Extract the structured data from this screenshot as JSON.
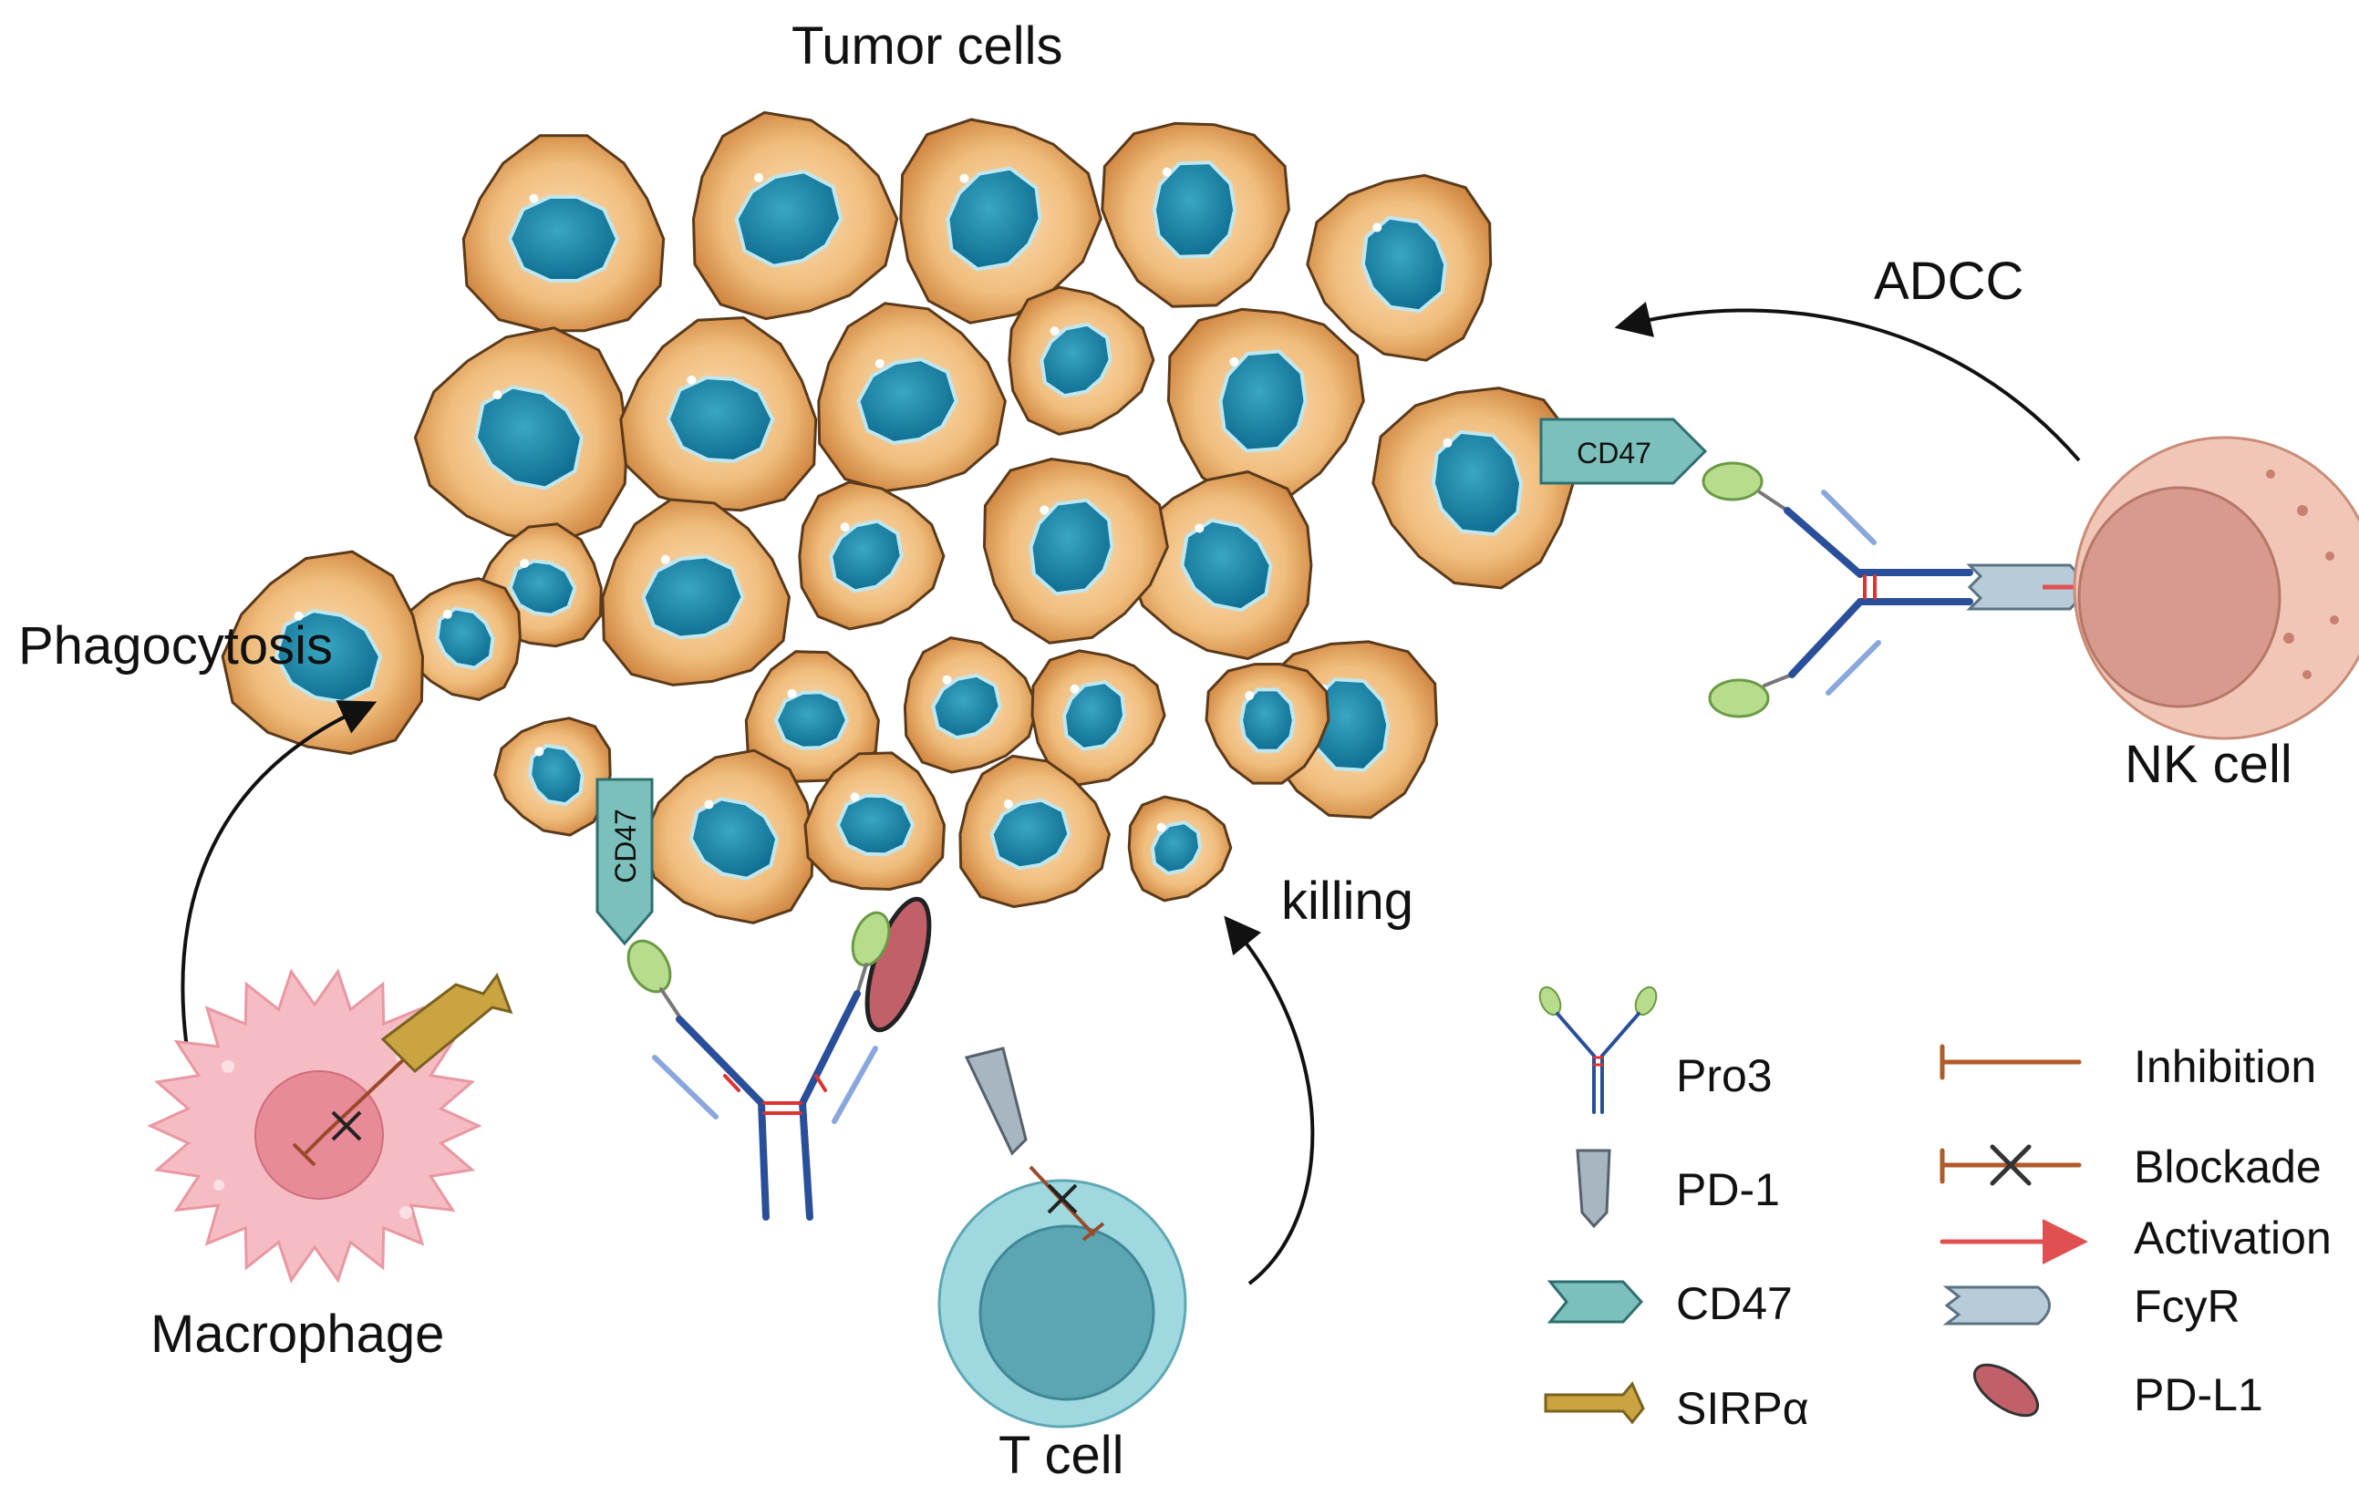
{
  "labels": {
    "tumor_cells": "Tumor cells",
    "phagocytosis": "Phagocytosis",
    "adcc": "ADCC",
    "killing": "killing",
    "macrophage": "Macrophage",
    "t_cell": "T cell",
    "nk_cell": "NK cell",
    "cd47_right": "CD47",
    "cd47_left": "CD47"
  },
  "legend": [
    {
      "icon": "antibody-icon",
      "label": "Pro3"
    },
    {
      "icon": "pd1-icon",
      "label": "PD-1"
    },
    {
      "icon": "cd47-icon",
      "label": "CD47"
    },
    {
      "icon": "sirpa-icon",
      "label": "SIRPα"
    },
    {
      "icon": "inhibition-icon",
      "label": "Inhibition"
    },
    {
      "icon": "blockade-icon",
      "label": "Blockade"
    },
    {
      "icon": "activation-arrow-icon",
      "label": "Activation"
    },
    {
      "icon": "fcyr-icon",
      "label": "FcyR"
    },
    {
      "icon": "pdl1-icon",
      "label": "PD-L1"
    }
  ],
  "colors": {
    "tumor_outer": "#d9924a",
    "tumor_inner": "#f2c48e",
    "nucleus": "#1f8fb0",
    "nk_cell": "#e9b3a3",
    "t_cell": "#8ecfd8",
    "macrophage": "#f4b7bf",
    "antibody": "#2a4f9a",
    "cd47": "#6fb7b3",
    "sirpa": "#c9a440",
    "pdl1": "#c2606a",
    "activation": "#e05050",
    "inhibition": "#b05a2a"
  }
}
